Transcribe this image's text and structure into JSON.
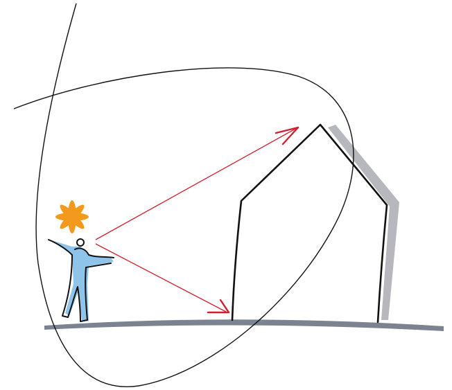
{
  "diagram": {
    "colors": {
      "background": "#ffffff",
      "ground": "#7b8391",
      "house_outline": "#111111",
      "house_shadow": "#b6b8bd",
      "arrow": "#d0202f",
      "person_fill": "#8fc4ea",
      "person_outline": "#111111",
      "sun": "#f39a1e",
      "boundary_line": "#111111"
    },
    "elements": {
      "person": "person-figure",
      "sun": "sun-burst-icon",
      "house": "house-outline",
      "ground": "ground-line",
      "arrows": [
        "arrow-to-roof",
        "arrow-to-wall-base"
      ]
    }
  }
}
